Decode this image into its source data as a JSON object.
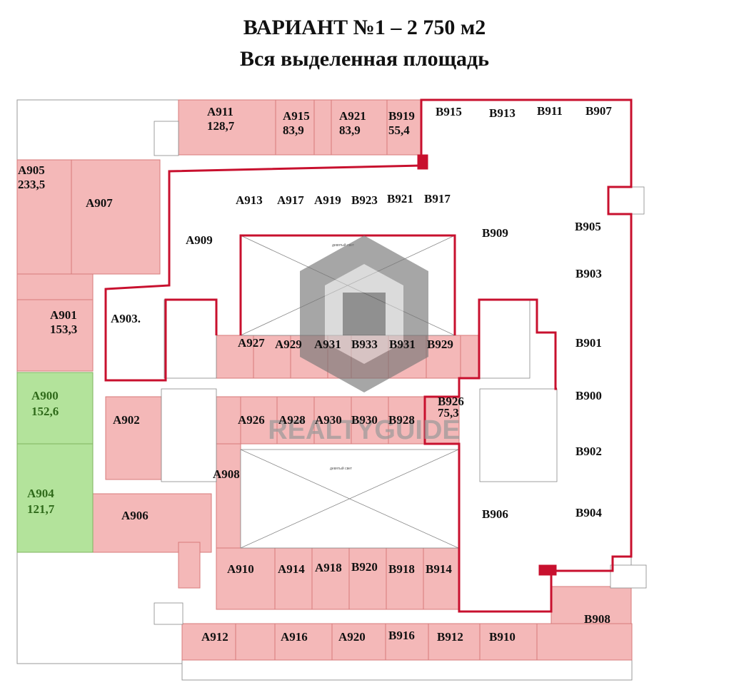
{
  "title": "ВАРИАНТ №1 – 2 750 м2",
  "subtitle": "Вся выделенная площадь",
  "watermark": "REALTYGUIDE",
  "light_well_label": "девятый свет",
  "colors": {
    "rented": "#f4b8b8",
    "rented_stroke": "#d77a7a",
    "available": "#b3e39b",
    "available_stroke": "#7fb35f",
    "outline": "#c8102e",
    "text": "#111111"
  },
  "rooms": {
    "A911": {
      "name": "А911",
      "area": "128,7"
    },
    "A915": {
      "name": "А915",
      "area": "83,9"
    },
    "A921": {
      "name": "А921",
      "area": "83,9"
    },
    "B919": {
      "name": "В919",
      "area": "55,4"
    },
    "B915": {
      "name": "В915"
    },
    "B913": {
      "name": "В913"
    },
    "B911": {
      "name": "В911"
    },
    "B907": {
      "name": "В907"
    },
    "A905": {
      "name": "А905",
      "area": "233,5"
    },
    "A907": {
      "name": "А907"
    },
    "A913": {
      "name": "А913"
    },
    "A917": {
      "name": "А917"
    },
    "A919": {
      "name": "А919"
    },
    "B923": {
      "name": "В923"
    },
    "B921": {
      "name": "В921"
    },
    "B917": {
      "name": "В917"
    },
    "A909": {
      "name": "А909"
    },
    "B909": {
      "name": "В909"
    },
    "B905": {
      "name": "В905"
    },
    "B903": {
      "name": "В903"
    },
    "A901": {
      "name": "А901",
      "area": "153,3"
    },
    "A903": {
      "name": "А903."
    },
    "A927": {
      "name": "А927"
    },
    "A929": {
      "name": "А929"
    },
    "A931": {
      "name": "А931"
    },
    "B933": {
      "name": "В933"
    },
    "B931": {
      "name": "В931"
    },
    "B929": {
      "name": "В929"
    },
    "B901": {
      "name": "В901"
    },
    "A900": {
      "name": "А900",
      "area": "152,6"
    },
    "B926": {
      "name": "В926",
      "area": "75,3"
    },
    "B900": {
      "name": "В900"
    },
    "A902": {
      "name": "А902"
    },
    "A926": {
      "name": "А926"
    },
    "A928": {
      "name": "А928"
    },
    "A930": {
      "name": "А930"
    },
    "B930": {
      "name": "В930"
    },
    "B928": {
      "name": "В928"
    },
    "B902": {
      "name": "В902"
    },
    "A908": {
      "name": "А908"
    },
    "A904": {
      "name": "А904",
      "area": "121,7"
    },
    "A906": {
      "name": "А906"
    },
    "B906": {
      "name": "В906"
    },
    "B904": {
      "name": "В904"
    },
    "A910": {
      "name": "А910"
    },
    "A914": {
      "name": "А914"
    },
    "A918": {
      "name": "А918"
    },
    "B920": {
      "name": "В920"
    },
    "B918": {
      "name": "В918"
    },
    "B914": {
      "name": "В914"
    },
    "B908": {
      "name": "В908"
    },
    "A912": {
      "name": "А912"
    },
    "A916": {
      "name": "А916"
    },
    "A920": {
      "name": "А920"
    },
    "B916": {
      "name": "В916"
    },
    "B912": {
      "name": "В912"
    },
    "B910": {
      "name": "В910"
    }
  }
}
